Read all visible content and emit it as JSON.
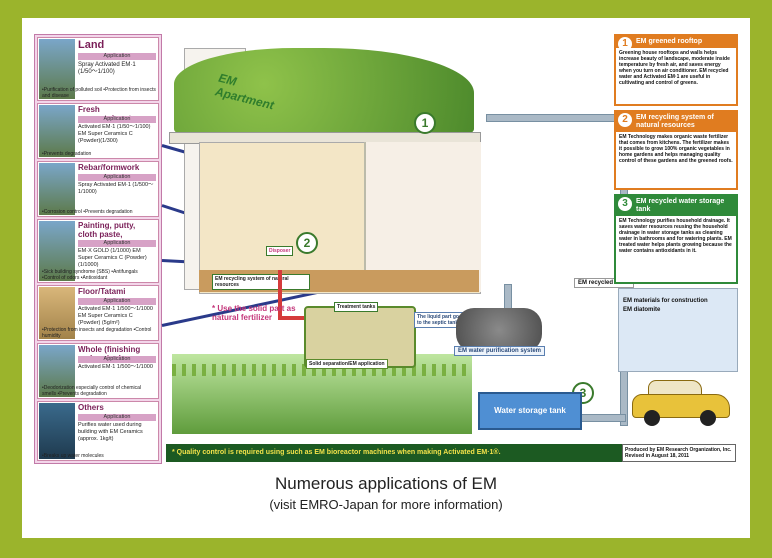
{
  "caption": {
    "line1": "Numerous applications of EM",
    "line2": "(visit EMRO-Japan for more information)"
  },
  "poster": {
    "apartment_label": "EM Apartment",
    "markers": [
      "1",
      "2",
      "3"
    ],
    "left_sections": [
      {
        "title": "Land",
        "application": "Application",
        "body": "Spray Activated EM·1 (1/50〜1/100)",
        "effects": "•Purification of polluted soil\n•Protection from insects and disease"
      },
      {
        "title": "Fresh concrete/mortar",
        "application": "Application",
        "body": "Activated EM·1 (1/50〜1/100)\nEM Super Ceramics C (Powder)(1/300)",
        "effects": "•Prevents degradation"
      },
      {
        "title": "Rebar/formwork",
        "application": "Application",
        "body": "Spray Activated EM·1 (1/500〜1/1000)",
        "effects": "•Corrosion control\n•Prevents degradation"
      },
      {
        "title": "Painting, putty, cloth paste, adhesive",
        "application": "Application",
        "body": "EM·X GOLD (1/1000)\nEM Super Ceramics C (Powder) (1/1000)",
        "effects": "•Sick building syndrome (SBS) •Antifungals\n•Control of odors •Antioxidant"
      },
      {
        "title": "Floor/Tatami",
        "application": "Application",
        "body": "Activated EM·1 1/500〜1/1000\nEM Super Ceramics C (Powder) (5g/m²)",
        "effects": "•Protection from insects and degradation\n•Control humidity"
      },
      {
        "title": "Whole (finishing and curing)",
        "application": "Application",
        "body": "Activated EM·1 1/500〜1/1000",
        "effects": "•Deodorization especially control of chemical smells\n•Prevents degradation"
      },
      {
        "title": "Others",
        "application": "Application",
        "body": "Purifies water used during building with EM Ceramics (approx. 1kg/t)",
        "effects": "•Breaks up water molecules"
      }
    ],
    "right_sections": [
      {
        "num": "1",
        "title": "EM greened rooftop",
        "body": "Greening house rooftops and walls helps increase beauty of landscape, moderate inside temperature by fresh air, and saves energy when you turn on air conditioner. EM recycled water and Activated EM·1 are useful in cultivating and control of greens."
      },
      {
        "num": "2",
        "title": "EM recycling system of natural resources",
        "body": "EM Technology makes organic waste fertilizer that comes from kitchens. The fertilizer makes it possible to grow 100% organic vegetables in home gardens and helps managing quality control of these gardens and the greened roofs."
      },
      {
        "num": "3",
        "title": "EM recycled water storage tank",
        "body": "EM Technology purifies household drainage. It saves water resources reusing the household drainage in water storage tanks as cleaning water in bathrooms and for watering plants. EM treated water helps plants growing because the water contains antioxidants in it."
      }
    ],
    "labels": {
      "fertilizer": "* Use the solid part as natural fertilizer",
      "separation": "Solid separation/EM application",
      "treatment": "Treatment tanks",
      "liquid": "The liquid part goes to the septic tanks",
      "purification": "EM water purification system",
      "recycled_water": "EM recycled water",
      "storage_tank": "Water storage tank",
      "materials": "EM materials for construction\nEM diatomite",
      "recycling": "EM recycling system of natural resources",
      "disposer": "Disposer"
    },
    "quality_note": "* Quality control is required using such as EM bioreactor machines when making Activated EM·1®.",
    "credit": "Produced by EM Research Organization, Inc.\nRevised in August 18, 2011"
  }
}
